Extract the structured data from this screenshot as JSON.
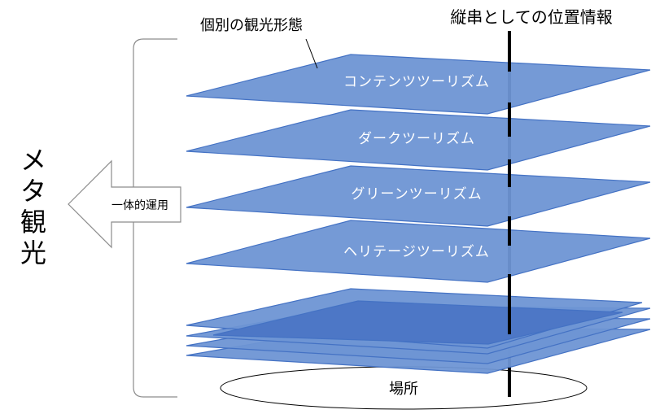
{
  "callout_label": "個別の観光形態",
  "axis_label": "縦串としての位置情報",
  "meta_tourism": [
    "メ",
    "タ",
    "観",
    "光"
  ],
  "arrow_label": "一体的運用",
  "layers": [
    {
      "label": "コンテンツツーリズム"
    },
    {
      "label": "ダークツーリズム"
    },
    {
      "label": "グリーンツーリズム"
    },
    {
      "label": "ヘリテージツーリズム"
    }
  ],
  "unlabeled_layer_count": 4,
  "place_label": "場所",
  "colors": {
    "layer_fill": "#6e95d4",
    "layer_stroke": "#4472c4",
    "axis": "#000000",
    "bracket": "#8c8c8c"
  }
}
